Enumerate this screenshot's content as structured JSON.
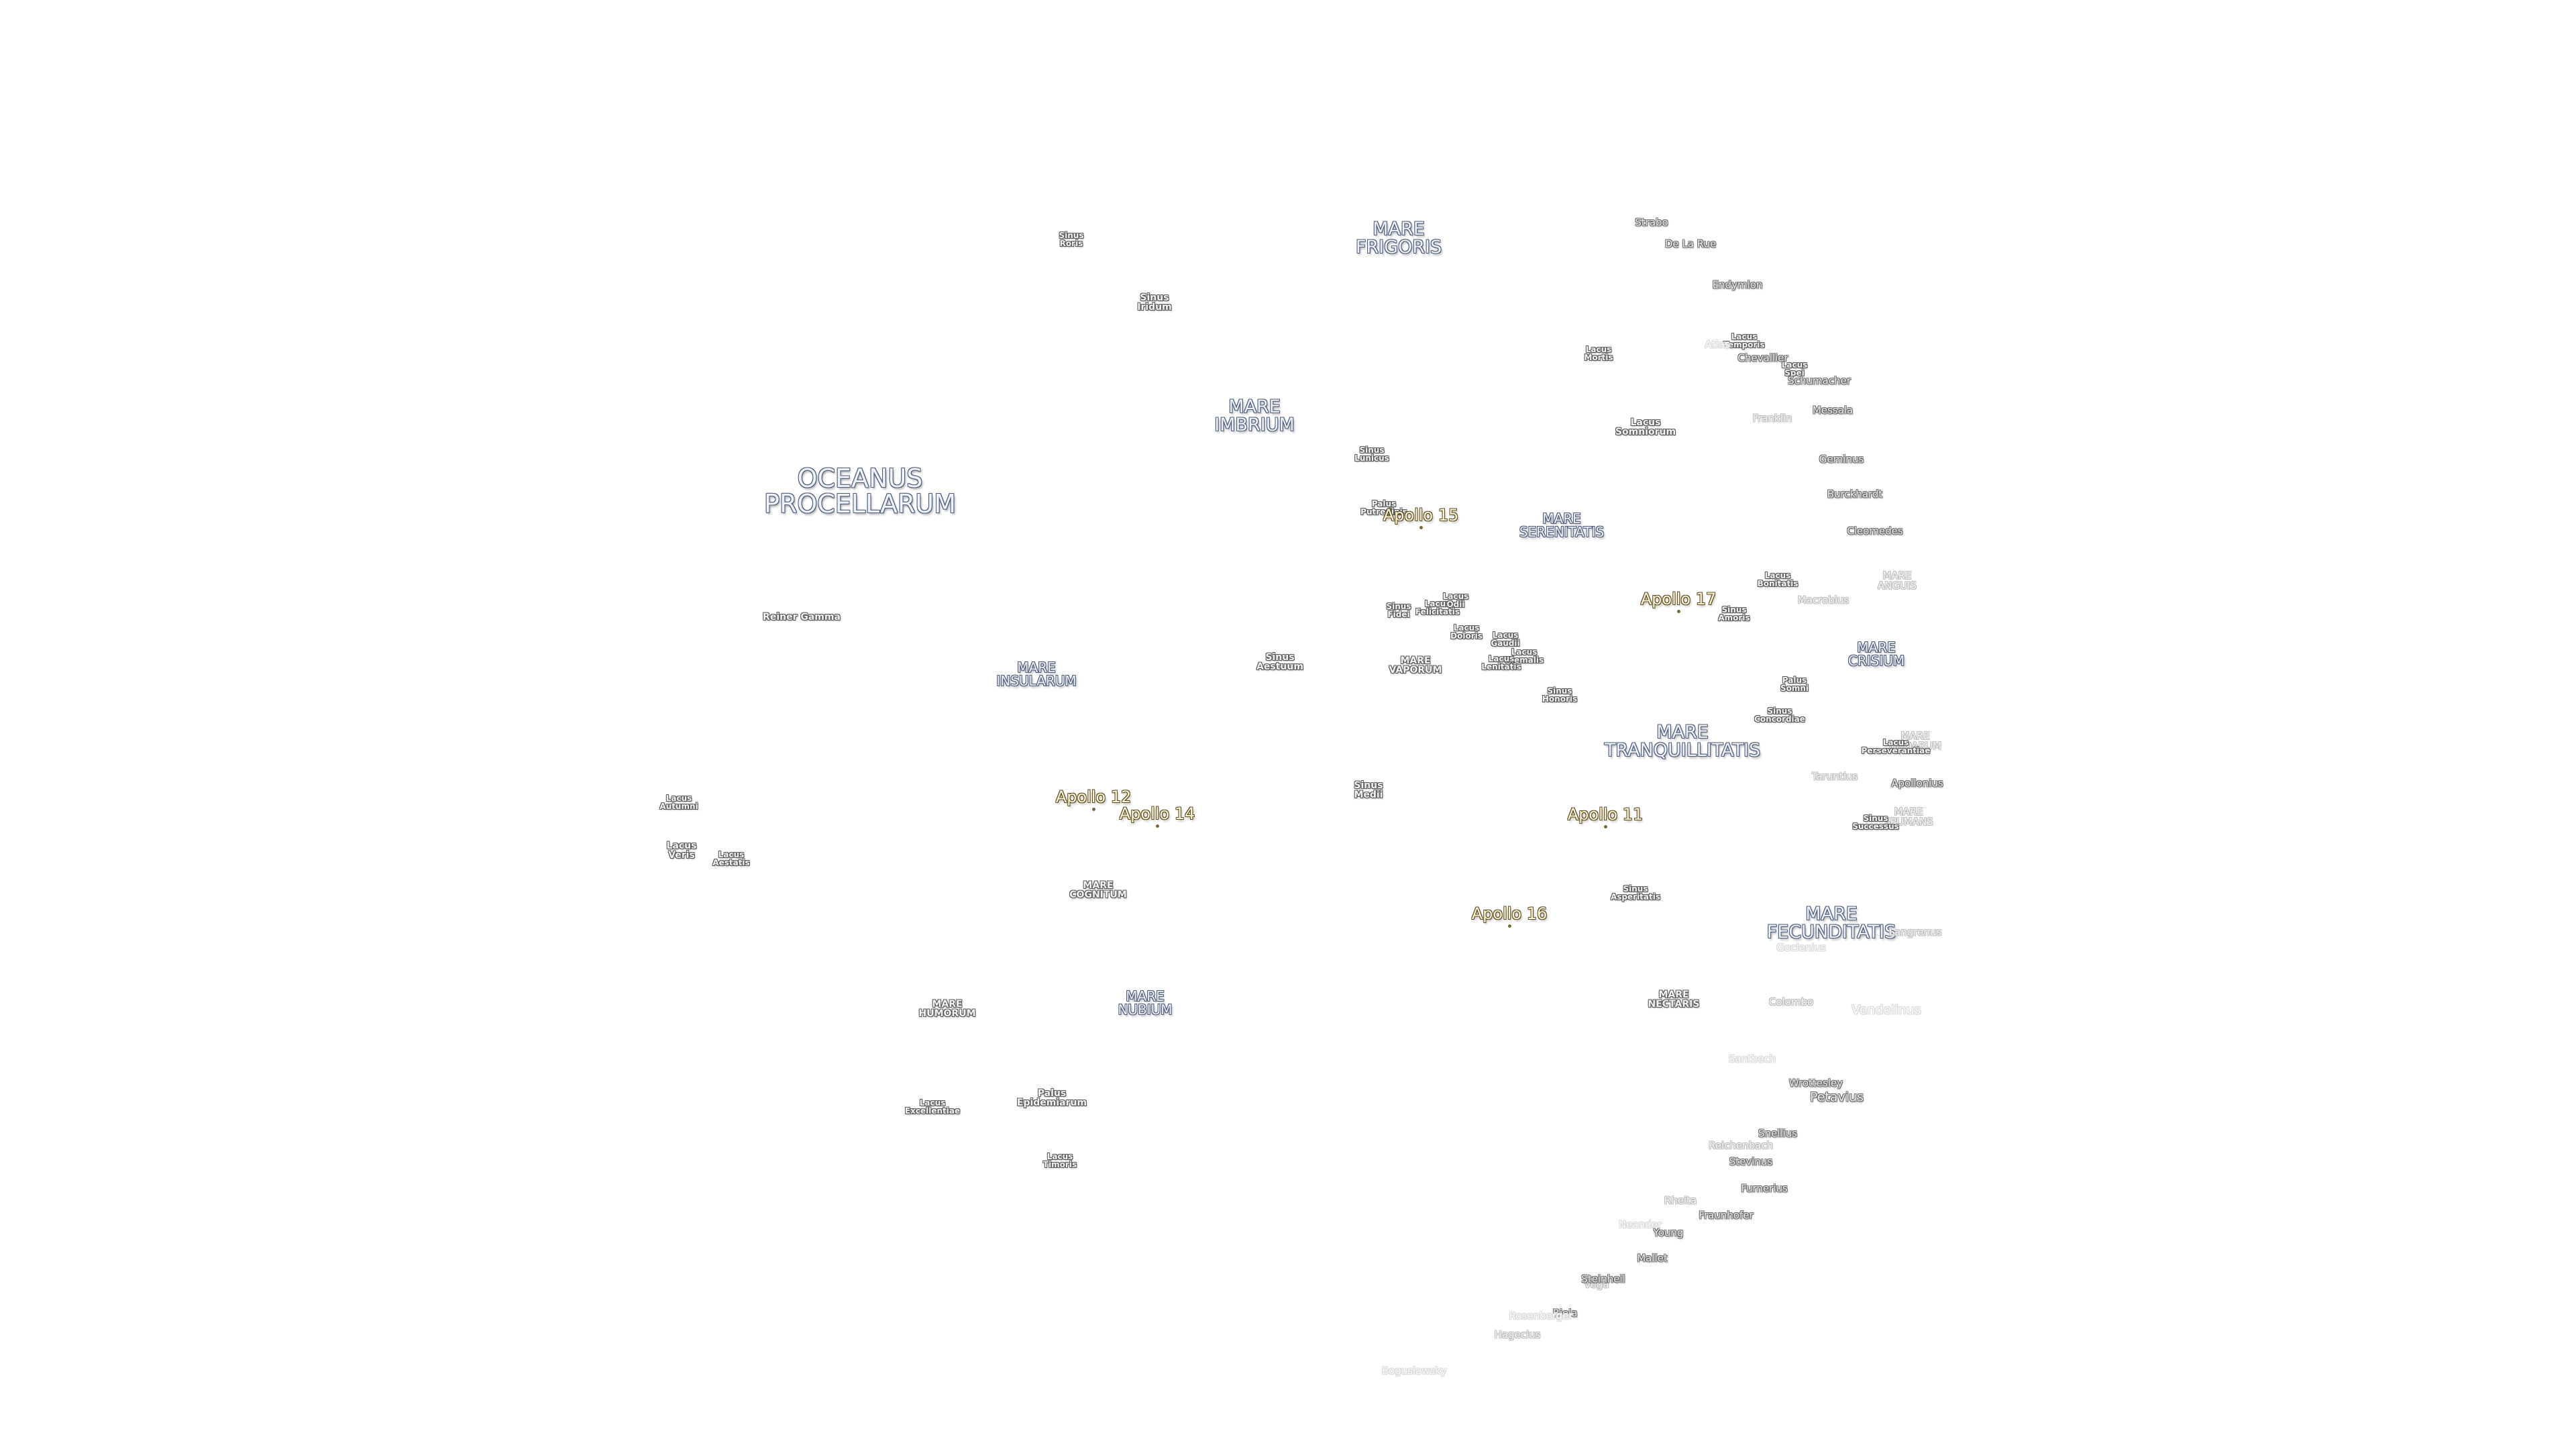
{
  "features": [
    {
      "id": "oceanus-procellarum",
      "kind": "sea",
      "size": "ocean",
      "lines": [
        "OCEANUS",
        "PROCELLARUM"
      ]
    },
    {
      "id": "mare-frigoris",
      "kind": "sea",
      "size": "mare",
      "lines": [
        "MARE",
        "FRIGORIS"
      ]
    },
    {
      "id": "mare-imbrium",
      "kind": "sea",
      "size": "mare",
      "lines": [
        "MARE",
        "IMBRIUM"
      ]
    },
    {
      "id": "mare-serenitatis",
      "kind": "sea",
      "size": "mare-s",
      "lines": [
        "MARE",
        "SERENITATIS"
      ]
    },
    {
      "id": "mare-tranquillitatis",
      "kind": "sea",
      "size": "mare",
      "lines": [
        "MARE",
        "TRANQUILLITATIS"
      ]
    },
    {
      "id": "mare-crisium",
      "kind": "sea",
      "size": "mare-s",
      "lines": [
        "MARE",
        "CRISIUM"
      ]
    },
    {
      "id": "mare-fecunditatis",
      "kind": "sea",
      "size": "mare",
      "lines": [
        "MARE",
        "FECUNDITATIS"
      ]
    },
    {
      "id": "mare-nectaris",
      "kind": "sea",
      "size": "small",
      "lines": [
        "MARE",
        "NECTARIS"
      ]
    },
    {
      "id": "mare-vaporum",
      "kind": "sea",
      "size": "small",
      "lines": [
        "MARE",
        "VAPORUM"
      ]
    },
    {
      "id": "mare-insularum",
      "kind": "sea",
      "size": "mare-s",
      "lines": [
        "MARE",
        "INSULARUM"
      ]
    },
    {
      "id": "mare-cognitum",
      "kind": "sea",
      "size": "small",
      "lines": [
        "MARE",
        "COGNITUM"
      ]
    },
    {
      "id": "mare-nubium",
      "kind": "sea",
      "size": "mare-s",
      "lines": [
        "MARE",
        "NUBIUM"
      ]
    },
    {
      "id": "mare-humorum",
      "kind": "sea",
      "size": "small",
      "lines": [
        "MARE",
        "HUMORUM"
      ]
    },
    {
      "id": "mare-anguis",
      "kind": "faint",
      "size": "xs",
      "lines": [
        "MARE",
        "ANGUIS"
      ]
    },
    {
      "id": "mare-undarum",
      "kind": "faint",
      "size": "xs",
      "lines": [
        "MARE",
        "UNDARUM"
      ]
    },
    {
      "id": "mare-spumans",
      "kind": "faint",
      "size": "xs",
      "lines": [
        "MARE",
        "SPUMANS"
      ]
    },
    {
      "id": "sinus-roris",
      "kind": "small",
      "size": "xs",
      "lines": [
        "Sinus",
        "Roris"
      ]
    },
    {
      "id": "sinus-iridum",
      "kind": "small",
      "size": "small",
      "lines": [
        "Sinus",
        "Iridum"
      ]
    },
    {
      "id": "sinus-lunicus",
      "kind": "small",
      "size": "xs",
      "lines": [
        "Sinus",
        "Lunicus"
      ]
    },
    {
      "id": "palus-putredinis",
      "kind": "small",
      "size": "xs",
      "lines": [
        "Palus",
        "Putredinis"
      ]
    },
    {
      "id": "sinus-fidei",
      "kind": "small",
      "size": "xs",
      "lines": [
        "Sinus",
        "Fidei"
      ]
    },
    {
      "id": "lacus-felicitatis",
      "kind": "small",
      "size": "xs",
      "lines": [
        "Lacus",
        "Felicitatis"
      ]
    },
    {
      "id": "lacus-odii",
      "kind": "small",
      "size": "xs",
      "lines": [
        "Lacus",
        "Odii"
      ]
    },
    {
      "id": "lacus-doloris",
      "kind": "small",
      "size": "xs",
      "lines": [
        "Lacus",
        "Doloris"
      ]
    },
    {
      "id": "lacus-gaudii",
      "kind": "small",
      "size": "xs",
      "lines": [
        "Lacus",
        "Gaudii"
      ]
    },
    {
      "id": "lacus-hiemalis",
      "kind": "small",
      "size": "xs",
      "lines": [
        "Lacus",
        "Hiemalis"
      ]
    },
    {
      "id": "lacus-lenitatis",
      "kind": "small",
      "size": "xs",
      "lines": [
        "Lacus",
        "Lenitatis"
      ]
    },
    {
      "id": "sinus-honoris",
      "kind": "small",
      "size": "xs",
      "lines": [
        "Sinus",
        "Honoris"
      ]
    },
    {
      "id": "sinus-aestuum",
      "kind": "small",
      "size": "small",
      "lines": [
        "Sinus",
        "Aestuum"
      ]
    },
    {
      "id": "sinus-medii",
      "kind": "small",
      "size": "small",
      "lines": [
        "Sinus",
        "Medii"
      ]
    },
    {
      "id": "lacus-mortis",
      "kind": "small",
      "size": "xs",
      "lines": [
        "Lacus",
        "Mortis"
      ]
    },
    {
      "id": "lacus-temporis",
      "kind": "small",
      "size": "xs",
      "lines": [
        "Lacus",
        "Temporis"
      ]
    },
    {
      "id": "lacus-spei",
      "kind": "small",
      "size": "xs",
      "lines": [
        "Lacus",
        "Spei"
      ]
    },
    {
      "id": "lacus-somniorum",
      "kind": "small",
      "size": "small",
      "lines": [
        "Lacus",
        "Somniorum"
      ]
    },
    {
      "id": "lacus-bonitatis",
      "kind": "small",
      "size": "xs",
      "lines": [
        "Lacus",
        "Bonitatis"
      ]
    },
    {
      "id": "sinus-amoris",
      "kind": "small",
      "size": "xs",
      "lines": [
        "Sinus",
        "Amoris"
      ]
    },
    {
      "id": "palus-somni",
      "kind": "small",
      "size": "xs",
      "lines": [
        "Palus",
        "Somni"
      ]
    },
    {
      "id": "sinus-concordiae",
      "kind": "small",
      "size": "xs",
      "lines": [
        "Sinus",
        "Concordiae"
      ]
    },
    {
      "id": "lacus-perseverantiae",
      "kind": "small",
      "size": "xs",
      "lines": [
        "Lacus",
        "Perseverantiae"
      ]
    },
    {
      "id": "sinus-successus",
      "kind": "small",
      "size": "xs",
      "lines": [
        "Sinus",
        "Successus"
      ]
    },
    {
      "id": "sinus-asperitatis",
      "kind": "small",
      "size": "xs",
      "lines": [
        "Sinus",
        "Asperitatis"
      ]
    },
    {
      "id": "lacus-autumni",
      "kind": "small",
      "size": "xs",
      "lines": [
        "Lacus",
        "Autumni"
      ]
    },
    {
      "id": "lacus-veris",
      "kind": "small",
      "size": "small",
      "lines": [
        "Lacus",
        "Veris"
      ]
    },
    {
      "id": "lacus-aestatis",
      "kind": "small",
      "size": "xs",
      "lines": [
        "Lacus",
        "Aestatis"
      ]
    },
    {
      "id": "lacus-excellentiae",
      "kind": "small",
      "size": "xs",
      "lines": [
        "Lacus",
        "Excellentiae"
      ]
    },
    {
      "id": "palus-epidemiarum",
      "kind": "small",
      "size": "small",
      "lines": [
        "Palus",
        "Epidemiarum"
      ]
    },
    {
      "id": "lacus-timoris",
      "kind": "small",
      "size": "xs",
      "lines": [
        "Lacus",
        "Timoris"
      ]
    },
    {
      "id": "reiner-gamma",
      "kind": "small",
      "size": "small",
      "lines": [
        "Reiner Gamma"
      ]
    },
    {
      "id": "strabo",
      "kind": "crater",
      "size": "xs",
      "lines": [
        "Strabo"
      ]
    },
    {
      "id": "de-la-rue",
      "kind": "crater",
      "size": "",
      "lines": [
        "De La Rue"
      ]
    },
    {
      "id": "endymion",
      "kind": "crater",
      "size": "",
      "lines": [
        "Endymion"
      ]
    },
    {
      "id": "atlas",
      "kind": "faint2",
      "size": "xs",
      "lines": [
        "Atlas"
      ]
    },
    {
      "id": "chevallier",
      "kind": "crater",
      "size": "xs",
      "lines": [
        "Chevallier"
      ]
    },
    {
      "id": "schumacher",
      "kind": "crater",
      "size": "xs",
      "lines": [
        "Schumacher"
      ]
    },
    {
      "id": "franklin",
      "kind": "faint",
      "size": "xs",
      "lines": [
        "Franklin"
      ]
    },
    {
      "id": "messala",
      "kind": "crater",
      "size": "",
      "lines": [
        "Messala"
      ]
    },
    {
      "id": "geminus",
      "kind": "crater",
      "size": "",
      "lines": [
        "Geminus"
      ]
    },
    {
      "id": "burckhardt",
      "kind": "crater",
      "size": "xs",
      "lines": [
        "Burckhardt"
      ]
    },
    {
      "id": "cleomedes",
      "kind": "crater",
      "size": "",
      "lines": [
        "Cleomedes"
      ]
    },
    {
      "id": "macrobius",
      "kind": "faint",
      "size": "xs",
      "lines": [
        "Macrobius"
      ]
    },
    {
      "id": "taruntius",
      "kind": "faint",
      "size": "xs",
      "lines": [
        "Taruntius"
      ]
    },
    {
      "id": "apollonius",
      "kind": "crater",
      "size": "xs",
      "lines": [
        "Apollonius"
      ]
    },
    {
      "id": "langrenus",
      "kind": "faint",
      "size": "",
      "lines": [
        "Langrenus"
      ]
    },
    {
      "id": "goclenius",
      "kind": "faint2",
      "size": "xs",
      "lines": [
        "Goclenius"
      ]
    },
    {
      "id": "colombo",
      "kind": "faint",
      "size": "xs",
      "lines": [
        "Colombo"
      ]
    },
    {
      "id": "vendelinus",
      "kind": "faint2",
      "size": "crater-l",
      "lines": [
        "Vendelinus"
      ]
    },
    {
      "id": "santbech",
      "kind": "faint2",
      "size": "xs",
      "lines": [
        "Santbech"
      ]
    },
    {
      "id": "wrottesley",
      "kind": "crater",
      "size": "xs",
      "lines": [
        "Wrottesley"
      ]
    },
    {
      "id": "petavius",
      "kind": "crater",
      "size": "crater-l",
      "lines": [
        "Petavius"
      ]
    },
    {
      "id": "snellius",
      "kind": "crater",
      "size": "xs",
      "lines": [
        "Snellius"
      ]
    },
    {
      "id": "reichenbach",
      "kind": "faint",
      "size": "xs",
      "lines": [
        "Reichenbach"
      ]
    },
    {
      "id": "stevinus",
      "kind": "crater",
      "size": "xs",
      "lines": [
        "Stevinus"
      ]
    },
    {
      "id": "furnerius",
      "kind": "crater",
      "size": "",
      "lines": [
        "Furnerius"
      ]
    },
    {
      "id": "rheita",
      "kind": "faint",
      "size": "xs",
      "lines": [
        "Rheita"
      ]
    },
    {
      "id": "fraunhofer",
      "kind": "crater",
      "size": "xs",
      "lines": [
        "Fraunhofer"
      ]
    },
    {
      "id": "neander",
      "kind": "faint2",
      "size": "xs",
      "lines": [
        "Neander"
      ]
    },
    {
      "id": "young",
      "kind": "crater",
      "size": "xs",
      "lines": [
        "Young"
      ]
    },
    {
      "id": "mallet",
      "kind": "crater",
      "size": "xs",
      "lines": [
        "Mallet"
      ]
    },
    {
      "id": "biela",
      "kind": "crater",
      "size": "xs",
      "lines": [
        "Biela"
      ]
    },
    {
      "id": "vega",
      "kind": "faint",
      "size": "xs",
      "lines": [
        "Vega"
      ]
    },
    {
      "id": "rosenberger",
      "kind": "faint2",
      "size": "xs",
      "lines": [
        "Rosenberger"
      ]
    },
    {
      "id": "steinheil",
      "kind": "crater",
      "size": "xs",
      "lines": [
        "Steinheil"
      ]
    },
    {
      "id": "hagecius",
      "kind": "faint",
      "size": "xs",
      "lines": [
        "Hagecius"
      ]
    },
    {
      "id": "boguslawsky",
      "kind": "faint2",
      "size": "xs",
      "lines": [
        "Boguslawsky"
      ]
    }
  ],
  "apollo_sites": [
    {
      "id": "apollo-11",
      "label": "Apollo 11"
    },
    {
      "id": "apollo-12",
      "label": "Apollo 12"
    },
    {
      "id": "apollo-14",
      "label": "Apollo 14"
    },
    {
      "id": "apollo-15",
      "label": "Apollo 15"
    },
    {
      "id": "apollo-16",
      "label": "Apollo 16"
    },
    {
      "id": "apollo-17",
      "label": "Apollo 17"
    }
  ]
}
